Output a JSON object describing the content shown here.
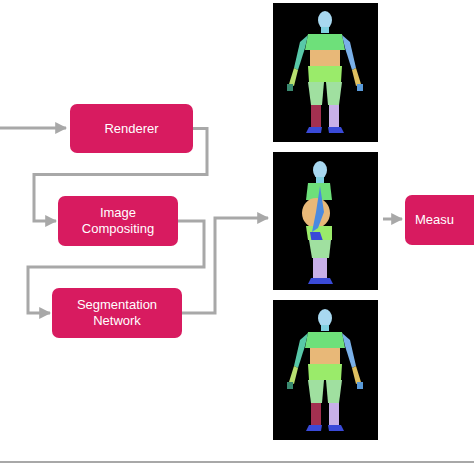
{
  "diagram": {
    "nodes": [
      {
        "text": [
          "Renderer"
        ]
      },
      {
        "text": [
          "Image Compositing"
        ]
      },
      {
        "text": [
          "Segmentation Network"
        ]
      },
      {
        "text": [
          "Measu"
        ]
      }
    ],
    "edges": [
      {
        "from": 0,
        "to": 1,
        "arrow": "to"
      },
      {
        "from": 1,
        "to": 2,
        "arrow": "to"
      }
    ]
  }
}
